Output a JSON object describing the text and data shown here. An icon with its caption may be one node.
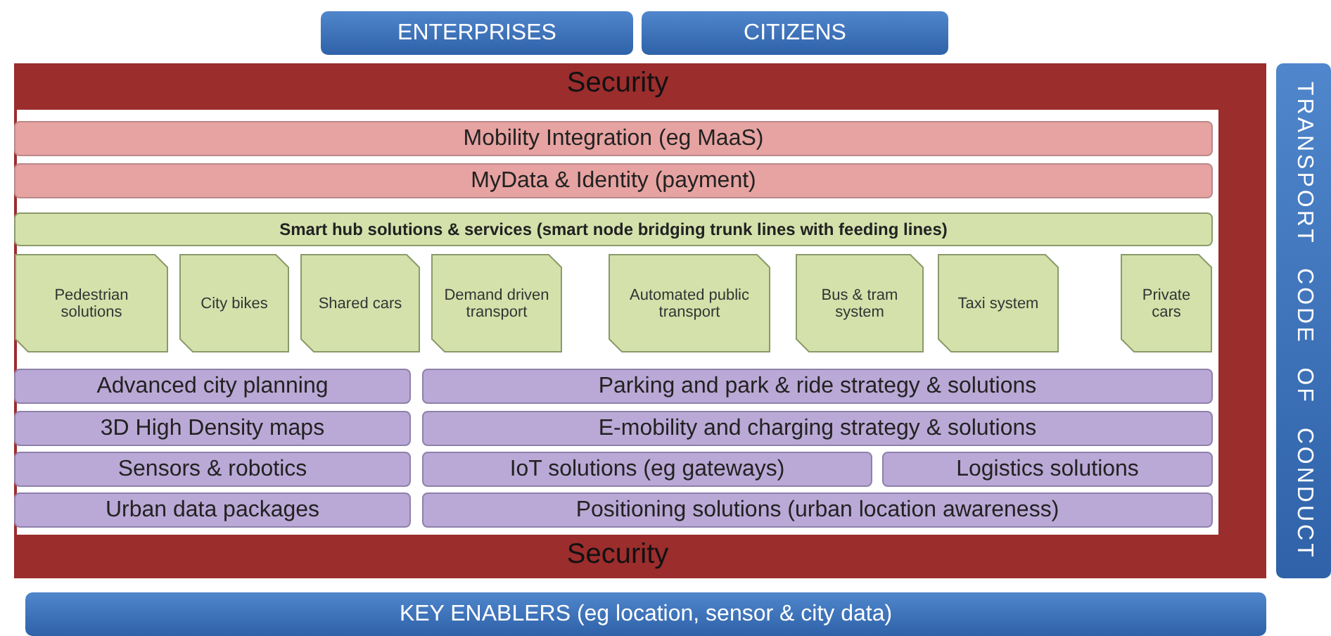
{
  "diagram": {
    "nodes": [
      {
        "text": [
          "ENTERPRISES"
        ]
      },
      {
        "text": [
          "CITIZENS"
        ]
      },
      {
        "text": [
          "Security",
          "Security"
        ]
      },
      {
        "text": [
          "Mobility Integration (eg MaaS)"
        ],
        "in": 2
      },
      {
        "text": [
          "MyData & Identity (payment)"
        ],
        "in": 2
      },
      {
        "text": [
          "Smart hub solutions & services (smart node bridging trunk lines with feeding lines)"
        ],
        "in": 2
      },
      {
        "text": [
          "Pedestrian solutions"
        ],
        "in": 2
      },
      {
        "text": [
          "City bikes"
        ],
        "in": 2
      },
      {
        "text": [
          "Shared cars"
        ],
        "in": 2
      },
      {
        "text": [
          "Demand driven transport"
        ],
        "in": 2
      },
      {
        "text": [
          "Automated public transport"
        ],
        "in": 2
      },
      {
        "text": [
          "Bus & tram system"
        ],
        "in": 2
      },
      {
        "text": [
          "Taxi system"
        ],
        "in": 2
      },
      {
        "text": [
          "Private cars"
        ],
        "in": 2
      },
      {
        "text": [
          "Advanced city planning"
        ],
        "in": 2
      },
      {
        "text": [
          "Parking and park & ride strategy & solutions"
        ],
        "in": 2
      },
      {
        "text": [
          "3D High Density maps"
        ],
        "in": 2
      },
      {
        "text": [
          "E-mobility and charging strategy & solutions"
        ],
        "in": 2
      },
      {
        "text": [
          "Sensors & robotics"
        ],
        "in": 2
      },
      {
        "text": [
          "IoT solutions (eg gateways)"
        ],
        "in": 2
      },
      {
        "text": [
          "Logistics solutions"
        ],
        "in": 2
      },
      {
        "text": [
          "Urban data packages"
        ],
        "in": 2
      },
      {
        "text": [
          "Positioning solutions (urban location awareness)"
        ],
        "in": 2
      },
      {
        "text": [
          "TRANSPORT CODE OF CONDUCT"
        ]
      },
      {
        "text": [
          "KEY ENABLERS (eg location, sensor & city data)"
        ]
      }
    ],
    "edges": []
  }
}
